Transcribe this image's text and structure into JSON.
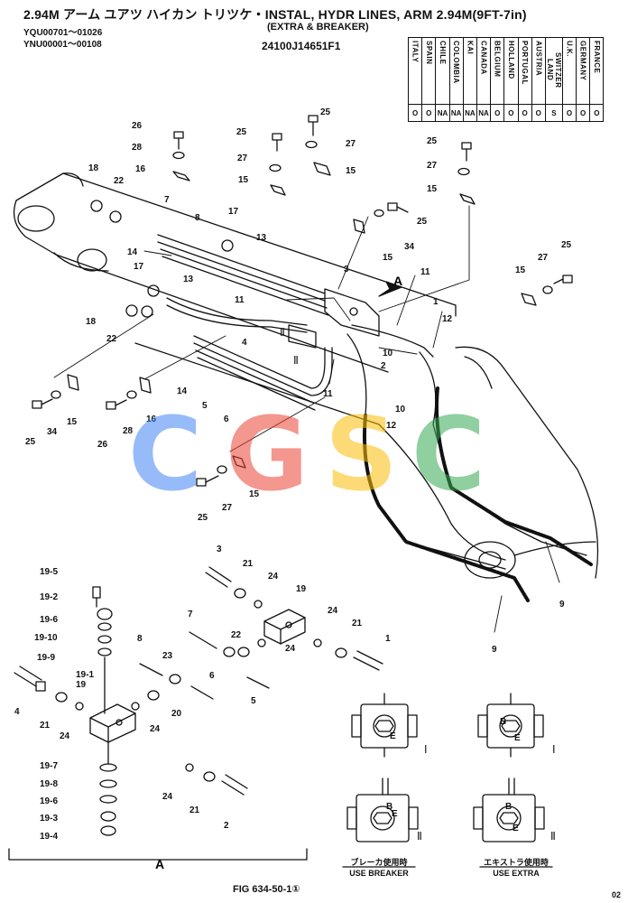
{
  "header": {
    "title": "2.94M アーム ユアツ ハイカン トリツケ・INSTAL, HYDR LINES, ARM 2.94M(9FT-7in)",
    "subtitle": "(EXTRA & BREAKER)",
    "serial_1": "YQU00701～01026",
    "serial_2": "YNU00001～00108",
    "part_number": "24100J14651F1"
  },
  "countries": [
    {
      "name": "ITALY",
      "mark": "O"
    },
    {
      "name": "SPAIN",
      "mark": "O"
    },
    {
      "name": "CHILE",
      "mark": "NA"
    },
    {
      "name": "COLOMBIA",
      "mark": "NA"
    },
    {
      "name": "KAI",
      "mark": "NA"
    },
    {
      "name": "CANADA",
      "mark": "NA"
    },
    {
      "name": "BELGIUM",
      "mark": "O"
    },
    {
      "name": "HOLLAND",
      "mark": "O"
    },
    {
      "name": "PORTUGAL",
      "mark": "O"
    },
    {
      "name": "AUSTRIA",
      "mark": "O"
    },
    {
      "name": "SWITZER LAND",
      "mark": "S"
    },
    {
      "name": "U.K.",
      "mark": "O"
    },
    {
      "name": "GERMANY",
      "mark": "O"
    },
    {
      "name": "FRANCE",
      "mark": "O"
    }
  ],
  "callouts": [
    {
      "id": "c1",
      "text": "26"
    },
    {
      "id": "c2",
      "text": "28"
    },
    {
      "id": "c3",
      "text": "16"
    },
    {
      "id": "c4",
      "text": "18"
    },
    {
      "id": "c5",
      "text": "22"
    },
    {
      "id": "c6",
      "text": "7"
    },
    {
      "id": "c7",
      "text": "8"
    },
    {
      "id": "c8",
      "text": "17"
    },
    {
      "id": "c9",
      "text": "13"
    },
    {
      "id": "c10",
      "text": "14"
    },
    {
      "id": "c11",
      "text": "17"
    },
    {
      "id": "c12",
      "text": "13"
    },
    {
      "id": "c13",
      "text": "18"
    },
    {
      "id": "c14",
      "text": "22"
    },
    {
      "id": "c15",
      "text": "25"
    },
    {
      "id": "c16",
      "text": "27"
    },
    {
      "id": "c17",
      "text": "15"
    },
    {
      "id": "c18",
      "text": "25"
    },
    {
      "id": "c19",
      "text": "27"
    },
    {
      "id": "c20",
      "text": "15"
    },
    {
      "id": "c21",
      "text": "25"
    },
    {
      "id": "c22",
      "text": "27"
    },
    {
      "id": "c23",
      "text": "15"
    },
    {
      "id": "c24",
      "text": "25"
    },
    {
      "id": "c25",
      "text": "34"
    },
    {
      "id": "c26",
      "text": "15"
    },
    {
      "id": "c27",
      "text": "3"
    },
    {
      "id": "c28",
      "text": "11"
    },
    {
      "id": "c29",
      "text": "11"
    },
    {
      "id": "c30",
      "text": "1"
    },
    {
      "id": "c31",
      "text": "12"
    },
    {
      "id": "c32",
      "text": "4"
    },
    {
      "id": "c33",
      "text": "10"
    },
    {
      "id": "c34",
      "text": "15"
    },
    {
      "id": "c35",
      "text": "27"
    },
    {
      "id": "c36",
      "text": "25"
    },
    {
      "id": "c37",
      "text": "14"
    },
    {
      "id": "c38",
      "text": "5"
    },
    {
      "id": "c39",
      "text": "6"
    },
    {
      "id": "c40",
      "text": "2"
    },
    {
      "id": "c41",
      "text": "11"
    },
    {
      "id": "c42",
      "text": "10"
    },
    {
      "id": "c43",
      "text": "12"
    },
    {
      "id": "c44",
      "text": "25"
    },
    {
      "id": "c45",
      "text": "34"
    },
    {
      "id": "c46",
      "text": "15"
    },
    {
      "id": "c47",
      "text": "26"
    },
    {
      "id": "c48",
      "text": "28"
    },
    {
      "id": "c49",
      "text": "16"
    },
    {
      "id": "c50",
      "text": "15"
    },
    {
      "id": "c51",
      "text": "27"
    },
    {
      "id": "c52",
      "text": "25"
    },
    {
      "id": "c53",
      "text": "9"
    },
    {
      "id": "c54",
      "text": "9"
    },
    {
      "id": "c55",
      "text": "3"
    },
    {
      "id": "c56",
      "text": "21"
    },
    {
      "id": "c57",
      "text": "24"
    },
    {
      "id": "c58",
      "text": "19"
    },
    {
      "id": "c59",
      "text": "19-5"
    },
    {
      "id": "c60",
      "text": "19-2"
    },
    {
      "id": "c61",
      "text": "19-6"
    },
    {
      "id": "c62",
      "text": "19-10"
    },
    {
      "id": "c63",
      "text": "19-9"
    },
    {
      "id": "c64",
      "text": "19-1"
    },
    {
      "id": "c65",
      "text": "19"
    },
    {
      "id": "c66",
      "text": "4"
    },
    {
      "id": "c67",
      "text": "21"
    },
    {
      "id": "c68",
      "text": "24"
    },
    {
      "id": "c69",
      "text": "7"
    },
    {
      "id": "c70",
      "text": "8"
    },
    {
      "id": "c71",
      "text": "23"
    },
    {
      "id": "c72",
      "text": "22"
    },
    {
      "id": "c73",
      "text": "24"
    },
    {
      "id": "c74",
      "text": "6"
    },
    {
      "id": "c75",
      "text": "5"
    },
    {
      "id": "c76",
      "text": "20"
    },
    {
      "id": "c77",
      "text": "24"
    },
    {
      "id": "c78",
      "text": "24"
    },
    {
      "id": "c79",
      "text": "21"
    },
    {
      "id": "c80",
      "text": "1"
    },
    {
      "id": "c81",
      "text": "19-7"
    },
    {
      "id": "c82",
      "text": "19-8"
    },
    {
      "id": "c83",
      "text": "19-6"
    },
    {
      "id": "c84",
      "text": "19-3"
    },
    {
      "id": "c85",
      "text": "19-4"
    },
    {
      "id": "c86",
      "text": "24"
    },
    {
      "id": "c87",
      "text": "21"
    },
    {
      "id": "c88",
      "text": "2"
    }
  ],
  "view_marks": {
    "arrow_a": "A",
    "section_a": "A",
    "r1": "Ⅱ",
    "r2": "Ⅱ"
  },
  "valve_views": [
    {
      "roman": "Ⅰ",
      "port_b": "",
      "port_e": "E"
    },
    {
      "roman": "Ⅰ",
      "port_b": "B",
      "port_e": "E"
    },
    {
      "roman": "Ⅱ",
      "port_b": "B",
      "port_e": "E"
    },
    {
      "roman": "Ⅱ",
      "port_b": "B",
      "port_e": "E"
    }
  ],
  "captions": {
    "breaker_jp": "ブレーカ使用時",
    "breaker_en": "USE BREAKER",
    "extra_jp": "エキストラ使用時",
    "extra_en": "USE EXTRA"
  },
  "watermark": {
    "letters": [
      "C",
      "G",
      "S",
      "C"
    ],
    "colors": [
      "#4285f4",
      "#ea4335",
      "#fbbc05",
      "#34a853"
    ]
  },
  "footer": {
    "figure": "FIG 634-50-1①",
    "page": "02"
  }
}
